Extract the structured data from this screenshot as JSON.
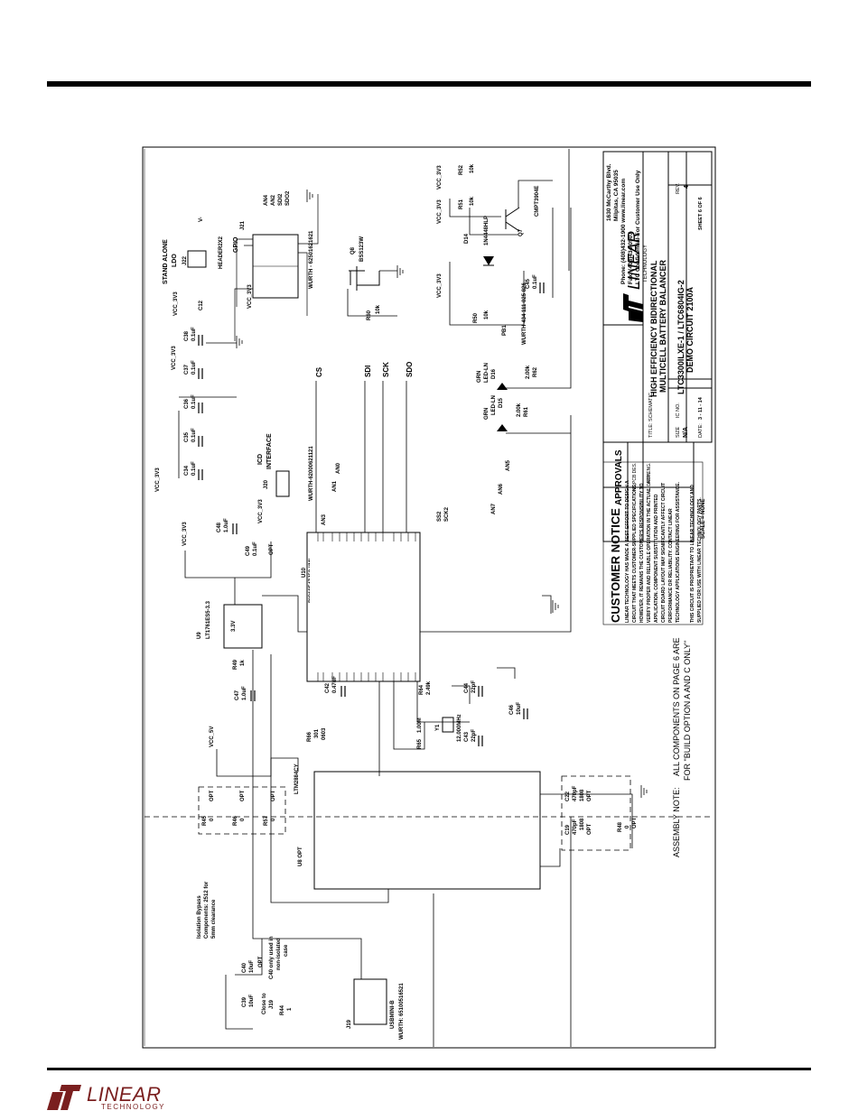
{
  "footer": {
    "brand": "LINEAR",
    "brand_sub": "TECHNOLOGY"
  },
  "title_block": {
    "address": [
      "1630 McCarthy Blvd.",
      "Milpitas, CA 95035",
      "Phone: (408)432-1900  www.linear.com",
      "Fax: (408)434-0507",
      "LTC Confidential-For Customer Use Only"
    ],
    "company_word": "LINEAR",
    "company_sub": "TECHNOLOGY",
    "title_label": "TITLE: SCHEMATIC",
    "title_line1": "HIGH EFFICIENCY BIDIRECTIONAL",
    "title_line2": "MULTICELL BATTERY BALANCER",
    "size_label": "SIZE",
    "size_value": "N/A",
    "icno_label": "IC NO.",
    "icno_value": "LTC3300ILXE-1 / LTC6804IG-2",
    "demo": "DEMO CIRCUIT 2100A",
    "rev_label": "REV.",
    "rev_value": "4",
    "date_label": "DATE:",
    "date_value": "3 - 11 - 14",
    "sheet": "SHEET   6   OF   6",
    "scale": "SCALE = NONE"
  },
  "approvals": {
    "heading": "APPROVALS",
    "rows": [
      [
        "PCB DES.",
        "NC"
      ],
      [
        "APP ENG.",
        "J. DREW"
      ]
    ]
  },
  "customer_notice": {
    "heading": "CUSTOMER NOTICE",
    "body": [
      "LINEAR TECHNOLOGY HAS MADE A BEST EFFORT TO DESIGN A",
      "CIRCUIT THAT MEETS CUSTOMER-SUPPLIED SPECIFICATIONS;",
      "HOWEVER, IT REMAINS THE CUSTOMER'S RESPONSIBILITY TO",
      "VERIFY PROPER AND RELIABLE OPERATION IN THE ACTUAL",
      "APPLICATION. COMPONENT SUBSTITUTION AND PRINTED",
      "CIRCUIT BOARD LAYOUT MAY SIGNIFICANTLY AFFECT CIRCUIT",
      "PERFORMANCE OR RELIABILITY. CONTACT LINEAR",
      "TECHNOLOGY APPLICATIONS ENGINEERING FOR ASSISTANCE."
    ],
    "footer": [
      "THIS CIRCUIT IS PROPRIETARY TO LINEAR TECHNOLOGY AND",
      "SUPPLIED FOR USE WITH LINEAR TECHNOLOGY PARTS."
    ]
  },
  "assembly_note": {
    "label": "ASSEMBLY NOTE:",
    "line1": "ALL COMPONENTS ON PAGE 6 ARE",
    "line2": "FOR \"BUILD OPTION A AND C ONLY\""
  },
  "labels": {
    "stand_alone": "STAND ALONE",
    "ldo": "LDO",
    "j22": "J22",
    "header2x2": "HEADER2X2",
    "v_minus": "V-",
    "c12": "C12",
    "gpio": "GPIO",
    "j21": "J21",
    "wurth_j21": "WURTH - 62501621621",
    "q8": "Q8",
    "bss": "BSS123W",
    "r60": "R60",
    "r60v": "10k",
    "an0": "AN0",
    "an1": "AN1",
    "an3": "AN3",
    "an5": "AN5",
    "an6": "AN6",
    "an7": "AN7",
    "an4": "AN4",
    "an2": "AN2",
    "sdi2": "SDI2",
    "sdo2": "SDO2",
    "sck2": "SCK2",
    "ss2": "SS2",
    "vcc_3v3": "VCC_3V3",
    "vcc_5v": "VCC_5V",
    "cs": "CS",
    "sdi": "SDI",
    "sck": "SCK",
    "sdo": "SDO",
    "icd": "ICD",
    "interface": "INTERFACE",
    "j20": "J20",
    "wurth_j20": "WURTH-62000621121",
    "u10": "U10",
    "pic": "PIC18F47J53-I/ML",
    "u9": "U9",
    "lt1761": "LT1761ES5-3.3",
    "u8": "U8  OPT",
    "ltm": "LTM2884CY",
    "j19": "J19",
    "usbmini": "USBMINI-B",
    "wurth_j19": "WURTH: 65100516521",
    "y1": "Y1",
    "y1v": "12.000MHz",
    "pb1": "PB1",
    "wurth_pb1": "WURTH-434 111 025 826",
    "d14": "D14",
    "d14v": "1N4448HLP",
    "q7": "Q7",
    "q7v": "CMPT3904E",
    "d15": "D15",
    "d16": "D16",
    "grn": "GRN",
    "led_ln": "LED-LN",
    "iso1": "Isolation Bypass",
    "iso2": "Components: 2512 for",
    "iso3": "5mm clearance",
    "c40note1": "C40 only used in",
    "c40note2": "non-isolated",
    "c40note3": "case",
    "close_to": "Close to",
    "close_j19": "J19"
  },
  "caps": [
    {
      "ref": "C34",
      "val": "0.1uF"
    },
    {
      "ref": "C35",
      "val": "0.1uF"
    },
    {
      "ref": "C36",
      "val": "0.1uF"
    },
    {
      "ref": "C37",
      "val": "0.1uF"
    },
    {
      "ref": "C38",
      "val": "0.1uF"
    },
    {
      "ref": "C48",
      "val": "1.0uF"
    },
    {
      "ref": "C49",
      "val": "0.1uF"
    },
    {
      "ref": "C47",
      "val": "1.0uF"
    },
    {
      "ref": "C42",
      "val": "0.47uF"
    },
    {
      "ref": "C44",
      "val": "22pF"
    },
    {
      "ref": "C43",
      "val": "22pF"
    },
    {
      "ref": "C46",
      "val": "10uF"
    },
    {
      "ref": "C45",
      "val": "0.1uF"
    },
    {
      "ref": "C39",
      "val": "10uF"
    },
    {
      "ref": "C40",
      "val": "10uF"
    },
    {
      "ref": "C19",
      "val": "470pF"
    },
    {
      "ref": "C22",
      "val": "470pF"
    }
  ],
  "resistors": [
    {
      "ref": "R49",
      "val": "1k"
    },
    {
      "ref": "R66",
      "val": "301"
    },
    {
      "ref": "R64",
      "val": "2.49k"
    },
    {
      "ref": "R65",
      "val": "1.00M"
    },
    {
      "ref": "R44",
      "val": "1"
    },
    {
      "ref": "R45",
      "val": "0"
    },
    {
      "ref": "R46",
      "val": "0"
    },
    {
      "ref": "R57",
      "val": "0"
    },
    {
      "ref": "R48",
      "val": "0"
    },
    {
      "ref": "R50",
      "val": "10k"
    },
    {
      "ref": "R51",
      "val": "10k"
    },
    {
      "ref": "R52",
      "val": "10k"
    },
    {
      "ref": "R61",
      "val": "2.00k"
    },
    {
      "ref": "R62",
      "val": "2.00k"
    }
  ],
  "misc": {
    "opt": "OPT",
    "size_1808": "1808",
    "v33": "3.3V",
    "val_0603": "0603"
  }
}
